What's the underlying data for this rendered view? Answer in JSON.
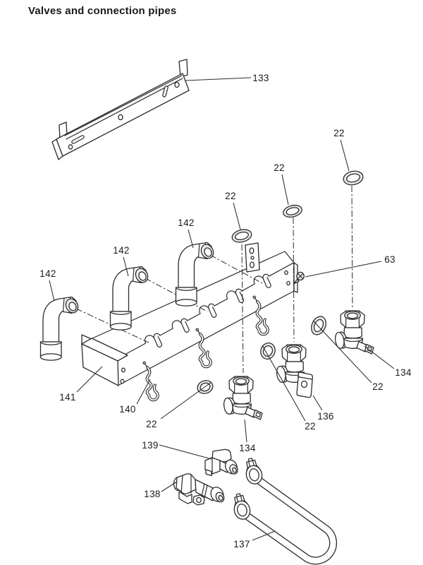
{
  "title": "Valves and connection pipes",
  "colors": {
    "background": "#ffffff",
    "line": "#2b2b2b",
    "text": "#1a1a1a"
  },
  "callouts": {
    "c133": "133",
    "c142a": "142",
    "c142b": "142",
    "c142c": "142",
    "c22a": "22",
    "c22b": "22",
    "c22c": "22",
    "c22d": "22",
    "c22e": "22",
    "c22f": "22",
    "c63": "63",
    "c141": "141",
    "c140": "140",
    "c134a": "134",
    "c134b": "134",
    "c136": "136",
    "c137": "137",
    "c138": "138",
    "c139": "139"
  },
  "part_numbers_shown": [
    "22",
    "63",
    "133",
    "134",
    "136",
    "137",
    "138",
    "139",
    "140",
    "141",
    "142"
  ]
}
